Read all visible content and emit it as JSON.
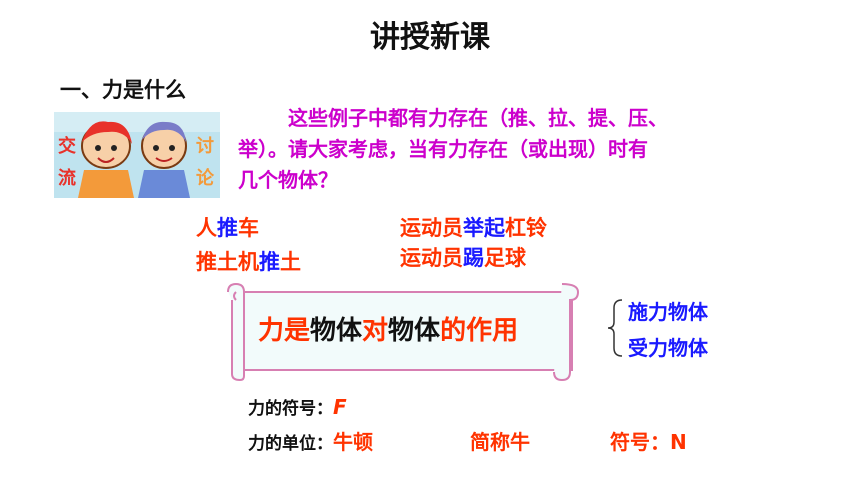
{
  "title": "讲授新课",
  "section": "一、力是什么",
  "thumbnail": {
    "chars": [
      "交",
      "流",
      "讨",
      "论"
    ]
  },
  "question": {
    "line1": "这些例子中都有力存在（推、拉、提、压、",
    "line2": "举）。请大家考虑，当有力存在（或出现）时有",
    "line3": "几个物体？"
  },
  "examples": {
    "ex1": {
      "a": "人",
      "b": "推",
      "c": "车"
    },
    "ex2": {
      "a": "推土机",
      "b": "推",
      "c": "土"
    },
    "ex3": {
      "a": "运动员",
      "b": "举起",
      "c": "杠铃"
    },
    "ex4": {
      "a": "运动员",
      "b": "踢",
      "c": "足球"
    }
  },
  "definition": {
    "p1": "力是",
    "p2": "物体",
    "p3": "对",
    "p4": "物体",
    "p5": "的作用"
  },
  "roles": {
    "applier": "施力物体",
    "receiver": "受力物体"
  },
  "symbol": {
    "label": "力的符号：",
    "value": "F"
  },
  "unit": {
    "label": "力的单位：",
    "value": "牛顿",
    "short": "简称牛",
    "symbol_label": "符号：",
    "symbol_value": "N"
  },
  "colors": {
    "question": "#cc00cc",
    "accent": "#ff3300",
    "blue": "#1a1aff",
    "scroll_fill": "#f2fbfb",
    "scroll_line": "#d77fb2"
  }
}
